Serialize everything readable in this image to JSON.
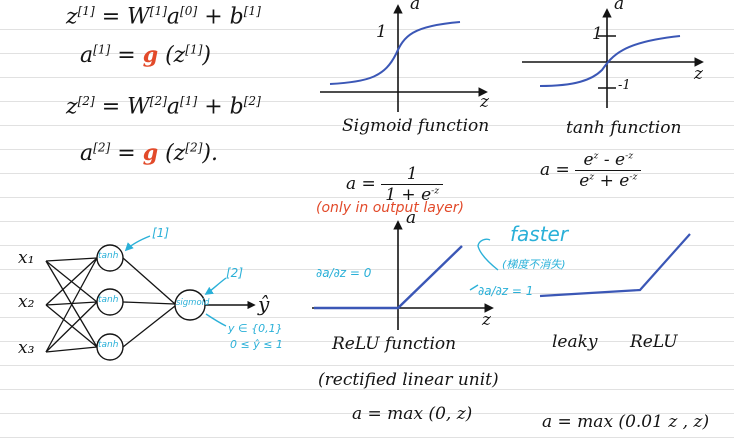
{
  "equations": {
    "z1": {
      "lhs": "z",
      "lsup": "[1]",
      "eq": "= W",
      "wsup": "[1]",
      "a": "a",
      "asup": "[0]",
      "plus": "+ b",
      "bsup": "[1]"
    },
    "a1": {
      "lhs": "a",
      "lsup": "[1]",
      "eq": "=",
      "fn": "g",
      "arg": "(z",
      "argsup": "[1]",
      "close": ")"
    },
    "z2": {
      "lhs": "z",
      "lsup": "[2]",
      "eq": "= W",
      "wsup": "[2]",
      "a": "a",
      "asup": "[1]",
      "plus": "+ b",
      "bsup": "[2]"
    },
    "a2": {
      "lhs": "a",
      "lsup": "[2]",
      "eq": "=",
      "fn": "g",
      "arg": "(z",
      "argsup": "[2]",
      "close": ")."
    }
  },
  "sigmoid": {
    "caption": "Sigmoid function",
    "axis_a": "a",
    "axis_z": "z",
    "tick_one": "1",
    "formula_lhs": "a =",
    "formula_num": "1",
    "formula_den": "1 + e",
    "formula_den_sup": "-z",
    "note": "(only in output layer)"
  },
  "tanh": {
    "caption": "tanh function",
    "axis_a": "a",
    "axis_z": "z",
    "tick_one": "1",
    "tick_neg": "-1",
    "formula_lhs": "a =",
    "formula_num": "e",
    "formula_num_sup": "z",
    "formula_num_rest": "- e",
    "formula_num_rest_sup": "-z",
    "formula_den": "e",
    "formula_den_sup": "z",
    "formula_den_rest": "+ e",
    "formula_den_rest_sup": "-z"
  },
  "network": {
    "inputs": [
      "x₁",
      "x₂",
      "x₃"
    ],
    "hidden_labels": [
      "tanh",
      "tanh",
      "tanh"
    ],
    "output_label": "sigmoid",
    "layer1": "[1]",
    "layer2": "[2]",
    "output": "ŷ",
    "note_line1": "y ∈ {0,1}",
    "note_line2": "0 ≤ ŷ ≤ 1"
  },
  "relu": {
    "caption": "ReLU function",
    "subcaption": "(rectified linear unit)",
    "axis_a": "a",
    "axis_z": "z",
    "deriv_left": "∂a/∂z = 0",
    "deriv_right": "∂a/∂z = 1",
    "faster": "faster",
    "faster_note": "(梯度不消失)",
    "formula": "a = max (0, z)"
  },
  "leaky_relu": {
    "caption_1": "leaky",
    "caption_2": "ReLU",
    "formula": "a = max (0.01 z , z)"
  },
  "colors": {
    "ink": "#141414",
    "red": "#e24a2a",
    "blue": "#2ab0d8",
    "curve": "#3b57b6"
  }
}
